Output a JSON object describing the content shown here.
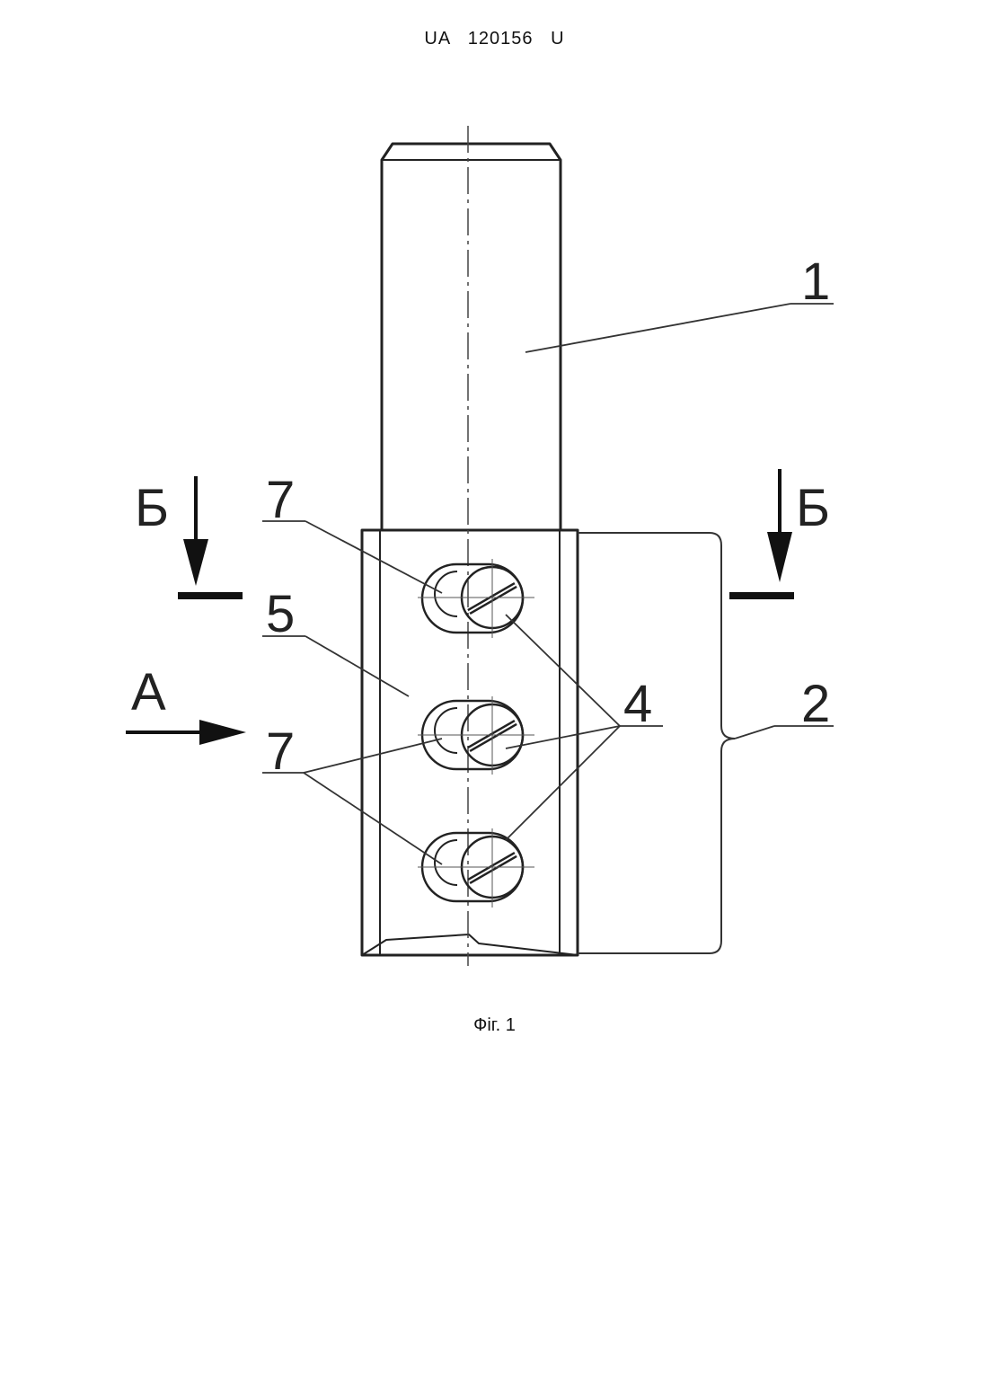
{
  "header": {
    "doc_number": "UA   120156   U"
  },
  "figure": {
    "caption": "Фіг. 1",
    "labels": {
      "shank": "1",
      "body": "2",
      "screws": "4",
      "plate": "5",
      "holes_top": "7",
      "holes_lower": "7",
      "section_left": "Б",
      "section_right": "Б",
      "view": "А"
    }
  }
}
